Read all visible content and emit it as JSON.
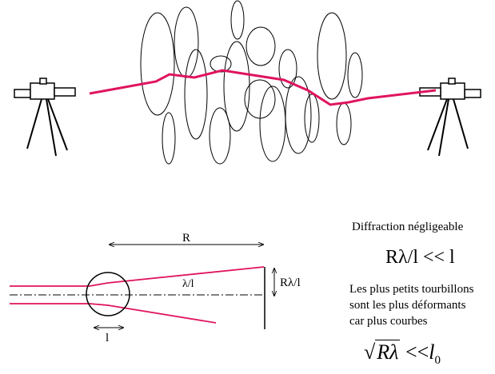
{
  "colors": {
    "beam": "#e0145f",
    "ink": "#000000",
    "background": "#ffffff"
  },
  "icons": {
    "left_instrument": "tripod-emitter-icon",
    "right_instrument": "tripod-receiver-icon"
  },
  "diagram": {
    "label_R": "R",
    "label_lambda_over_l": "λ/l",
    "label_R_lambda_over_l": "Rλ/l",
    "label_l": "l"
  },
  "text": {
    "title": "Diffraction négligeable",
    "formula1": "Rλ/l << l",
    "description": [
      "Les plus petits tourbillons",
      "sont les plus déformants",
      "car plus courbes"
    ],
    "formula2_radicand": "Rλ",
    "formula2_op": "<<",
    "formula2_rhs": "l",
    "formula2_sub": "0"
  }
}
